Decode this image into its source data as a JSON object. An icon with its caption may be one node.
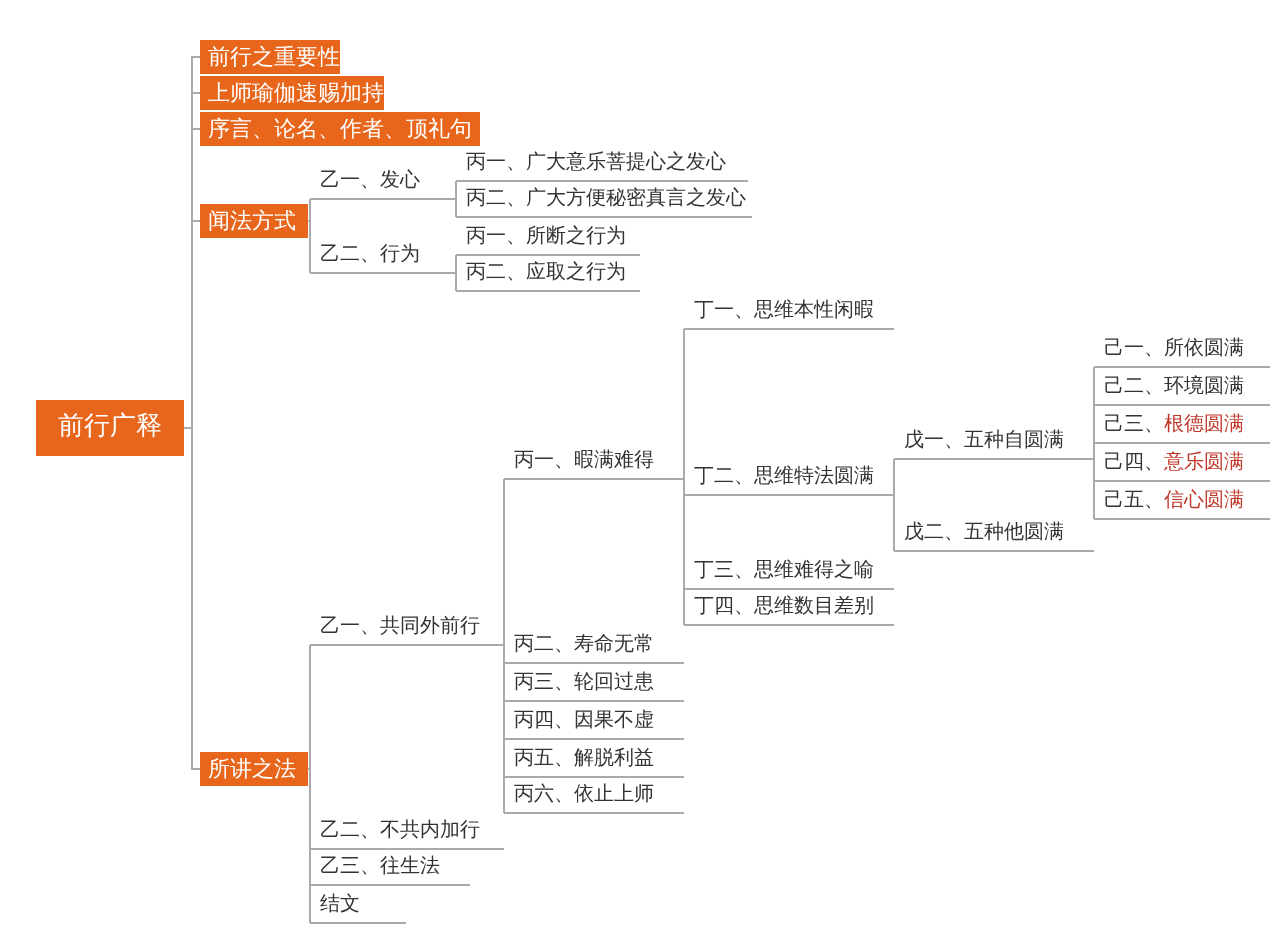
{
  "diagram": {
    "nodes": [
      {
        "text": [
          "前行广释"
        ]
      },
      {
        "text": [
          "前行之重要性"
        ]
      },
      {
        "text": [
          "上师瑜伽速赐加持"
        ]
      },
      {
        "text": [
          "序言、论名、作者、顶礼句"
        ]
      },
      {
        "text": [
          "闻法方式"
        ]
      },
      {
        "text": [
          "乙一、发心"
        ]
      },
      {
        "text": [
          "丙一、广大意乐菩提心之发心"
        ]
      },
      {
        "text": [
          "丙二、广大方便秘密真言之发心"
        ]
      },
      {
        "text": [
          "乙二、行为"
        ]
      },
      {
        "text": [
          "丙一、所断之行为"
        ]
      },
      {
        "text": [
          "丙二、应取之行为"
        ]
      },
      {
        "text": [
          "所讲之法"
        ]
      },
      {
        "text": [
          "乙一、共同外前行"
        ]
      },
      {
        "text": [
          "丙一、暇满难得"
        ]
      },
      {
        "text": [
          "丁一、思维本性闲暇"
        ]
      },
      {
        "text": [
          "丁二、思维特法圆满"
        ]
      },
      {
        "text": [
          "戊一、五种自圆满"
        ]
      },
      {
        "text": [
          "己一、所依圆满"
        ]
      },
      {
        "text": [
          "己二、环境圆满"
        ]
      },
      {
        "text": [
          "己三、",
          "根德圆满"
        ]
      },
      {
        "text": [
          "己四、",
          "意乐圆满"
        ]
      },
      {
        "text": [
          "己五、",
          "信心圆满"
        ]
      },
      {
        "text": [
          "戊二、五种他圆满"
        ]
      },
      {
        "text": [
          "丁三、思维难得之喻"
        ]
      },
      {
        "text": [
          "丁四、思维数目差别"
        ]
      },
      {
        "text": [
          "丙二、寿命无常"
        ]
      },
      {
        "text": [
          "丙三、轮回过患"
        ]
      },
      {
        "text": [
          "丙四、因果不虚"
        ]
      },
      {
        "text": [
          "丙五、解脱利益"
        ]
      },
      {
        "text": [
          "丙六、依止上师"
        ]
      },
      {
        "text": [
          "乙二、不共内加行"
        ]
      },
      {
        "text": [
          "乙三、往生法"
        ]
      },
      {
        "text": [
          "结文"
        ]
      }
    ],
    "edges": [
      {
        "from": 0,
        "to": 1,
        "arrow": "none"
      },
      {
        "from": 0,
        "to": 2,
        "arrow": "none"
      },
      {
        "from": 0,
        "to": 3,
        "arrow": "none"
      },
      {
        "from": 0,
        "to": 4,
        "arrow": "none"
      },
      {
        "from": 0,
        "to": 11,
        "arrow": "none"
      },
      {
        "from": 4,
        "to": 5,
        "arrow": "none"
      },
      {
        "from": 4,
        "to": 8,
        "arrow": "none"
      },
      {
        "from": 5,
        "to": 6,
        "arrow": "none"
      },
      {
        "from": 5,
        "to": 7,
        "arrow": "none"
      },
      {
        "from": 8,
        "to": 9,
        "arrow": "none"
      },
      {
        "from": 8,
        "to": 10,
        "arrow": "none"
      },
      {
        "from": 11,
        "to": 12,
        "arrow": "none"
      },
      {
        "from": 11,
        "to": 30,
        "arrow": "none"
      },
      {
        "from": 11,
        "to": 31,
        "arrow": "none"
      },
      {
        "from": 11,
        "to": 32,
        "arrow": "none"
      },
      {
        "from": 12,
        "to": 13,
        "arrow": "none"
      },
      {
        "from": 12,
        "to": 25,
        "arrow": "none"
      },
      {
        "from": 12,
        "to": 26,
        "arrow": "none"
      },
      {
        "from": 12,
        "to": 27,
        "arrow": "none"
      },
      {
        "from": 12,
        "to": 28,
        "arrow": "none"
      },
      {
        "from": 12,
        "to": 29,
        "arrow": "none"
      },
      {
        "from": 13,
        "to": 14,
        "arrow": "none"
      },
      {
        "from": 13,
        "to": 15,
        "arrow": "none"
      },
      {
        "from": 13,
        "to": 23,
        "arrow": "none"
      },
      {
        "from": 13,
        "to": 24,
        "arrow": "none"
      },
      {
        "from": 15,
        "to": 16,
        "arrow": "none"
      },
      {
        "from": 15,
        "to": 22,
        "arrow": "none"
      },
      {
        "from": 16,
        "to": 17,
        "arrow": "none"
      },
      {
        "from": 16,
        "to": 18,
        "arrow": "none"
      },
      {
        "from": 16,
        "to": 19,
        "arrow": "none"
      },
      {
        "from": 16,
        "to": 20,
        "arrow": "none"
      },
      {
        "from": 16,
        "to": 21,
        "arrow": "none"
      }
    ]
  }
}
